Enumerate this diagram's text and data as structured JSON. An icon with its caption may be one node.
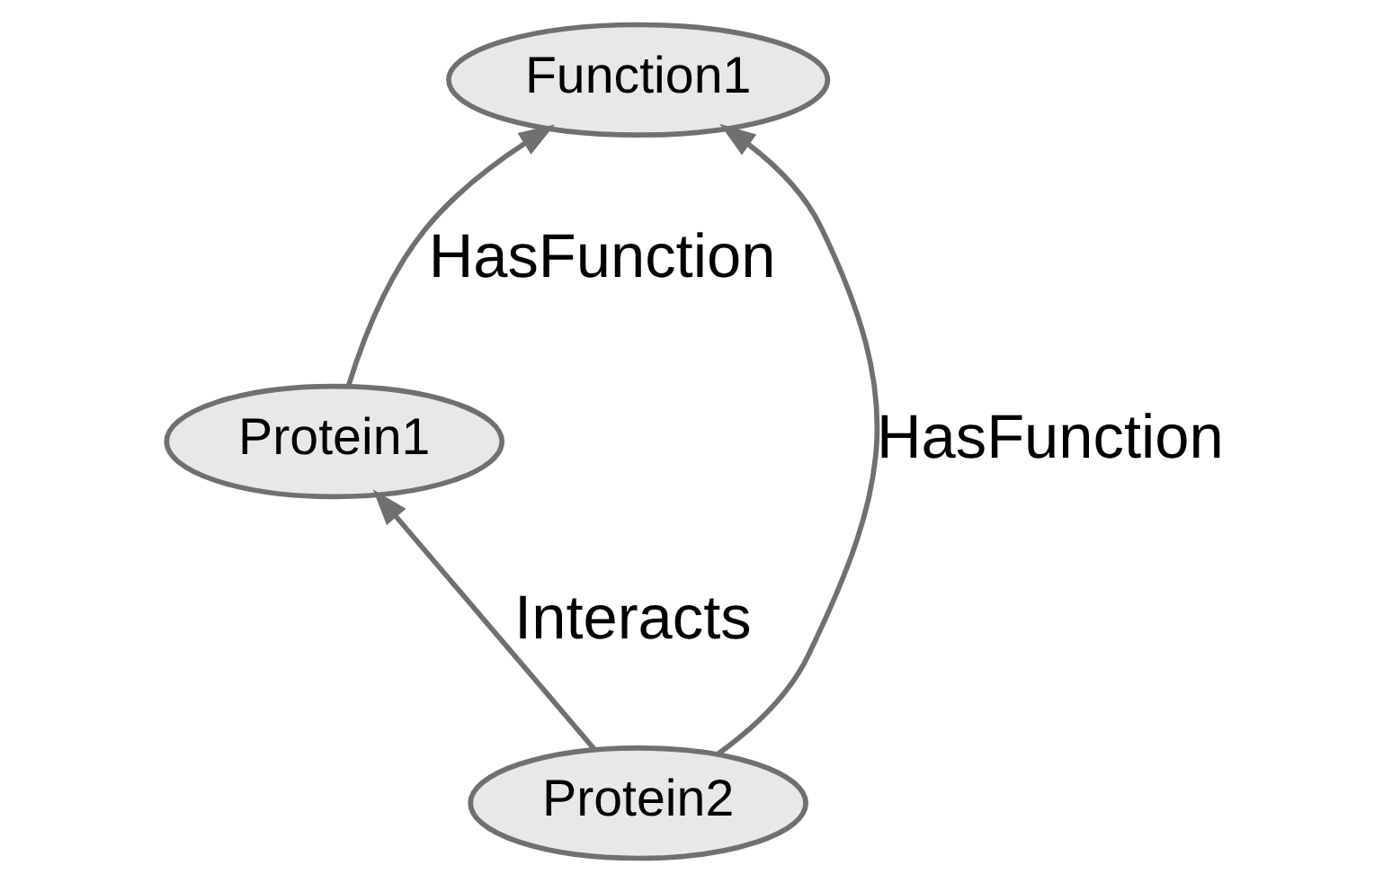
{
  "diagram": {
    "nodes": [
      {
        "text": [
          "Protein1"
        ]
      },
      {
        "text": [
          "Function1"
        ]
      },
      {
        "text": [
          "Protein2"
        ]
      }
    ],
    "edges": [
      {
        "from": 2,
        "to": 0,
        "arrow": "to",
        "label": "Interacts"
      },
      {
        "from": 0,
        "to": 1,
        "arrow": "to",
        "label": "HasFunction"
      },
      {
        "from": 2,
        "to": 1,
        "arrow": "to",
        "label": "HasFunction"
      }
    ]
  }
}
